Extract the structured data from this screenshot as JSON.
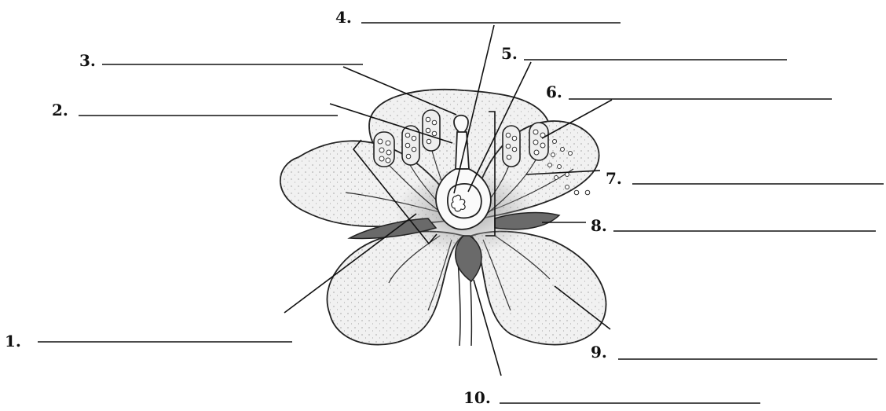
{
  "labels": [
    {
      "number": "1.",
      "answer": ""
    },
    {
      "number": "2.",
      "answer": ""
    },
    {
      "number": "3.",
      "answer": ""
    },
    {
      "number": "4.",
      "answer": ""
    },
    {
      "number": "5.",
      "answer": ""
    },
    {
      "number": "6.",
      "answer": ""
    },
    {
      "number": "7.",
      "answer": ""
    },
    {
      "number": "8.",
      "answer": ""
    },
    {
      "number": "9.",
      "answer": ""
    },
    {
      "number": "10.",
      "answer": ""
    }
  ]
}
